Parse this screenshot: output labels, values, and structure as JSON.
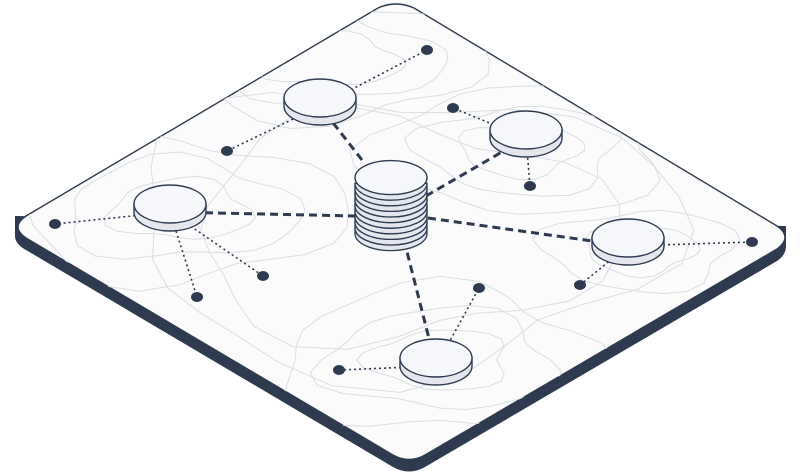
{
  "diagram": {
    "kind": "isometric-network",
    "colors": {
      "slab_top": "#fbfbfb",
      "slab_edge": "#2d3a4f",
      "contour": "#d9dde2",
      "node_face": "#f5f7fa",
      "node_side": "#e4e8ee",
      "stroke": "#2d3a4f",
      "leaf": "#2d3a4f"
    },
    "hub": {
      "name": "hub-database",
      "disc_count": 9
    },
    "nodes": [
      {
        "id": "node-top"
      },
      {
        "id": "node-right-upper"
      },
      {
        "id": "node-left"
      },
      {
        "id": "node-right"
      },
      {
        "id": "node-bottom"
      }
    ],
    "hub_links": [
      "node-top",
      "node-right-upper",
      "node-left",
      "node-right",
      "node-bottom"
    ],
    "leaves": [
      {
        "id": "leaf-1",
        "node": "node-top"
      },
      {
        "id": "leaf-2",
        "node": "node-top"
      },
      {
        "id": "leaf-3",
        "node": "node-right-upper"
      },
      {
        "id": "leaf-4",
        "node": "node-right-upper"
      },
      {
        "id": "leaf-5",
        "node": "node-left"
      },
      {
        "id": "leaf-6",
        "node": "node-left"
      },
      {
        "id": "leaf-7",
        "node": "node-left"
      },
      {
        "id": "leaf-8",
        "node": "node-right"
      },
      {
        "id": "leaf-9",
        "node": "node-right"
      },
      {
        "id": "leaf-10",
        "node": "node-bottom"
      },
      {
        "id": "leaf-11",
        "node": "node-bottom"
      }
    ]
  }
}
